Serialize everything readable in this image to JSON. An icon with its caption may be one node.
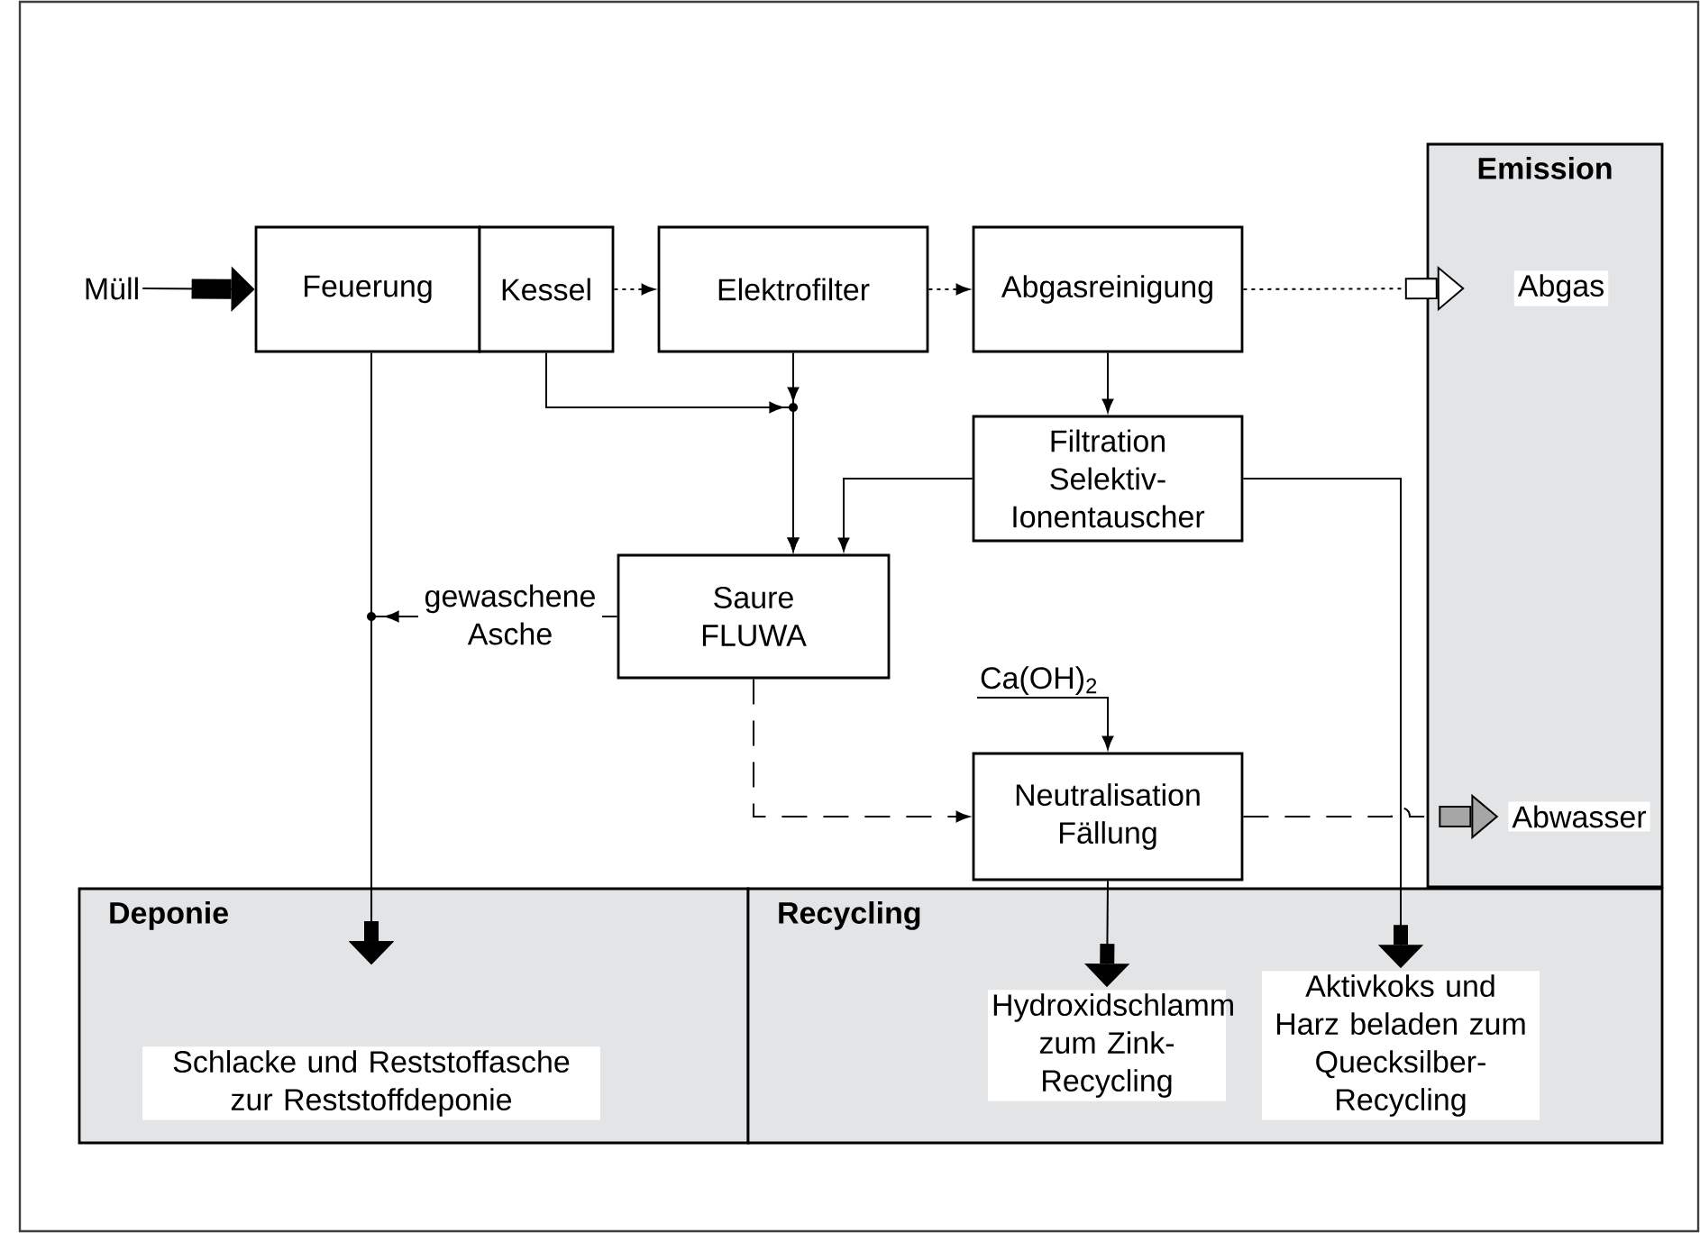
{
  "diagram": {
    "nodes": [
      {
        "text": [
          "Müll"
        ]
      },
      {
        "text": [
          "Feuerung"
        ]
      },
      {
        "text": [
          "Kessel"
        ]
      },
      {
        "text": [
          "Elektrofilter"
        ]
      },
      {
        "text": [
          "Abgasreinigung"
        ]
      },
      {
        "text": [
          "Filtration Selektiv-Ionentauscher"
        ]
      },
      {
        "text": [
          "Saure FLUWA"
        ]
      },
      {
        "text": [
          "Ca(OH)$_{2}$"
        ]
      },
      {
        "text": [
          "Neutralisation Fällung"
        ]
      },
      {
        "text": [
          "Emission"
        ]
      },
      {
        "text": [
          "Abgas"
        ],
        "in": 9
      },
      {
        "text": [
          "Abwasser"
        ],
        "in": 9
      },
      {
        "text": [
          "Deponie"
        ]
      },
      {
        "text": [
          "Recycling"
        ]
      },
      {
        "text": [
          "Schlacke und Reststoffasche zur Reststoffdeponie"
        ],
        "in": 12
      },
      {
        "text": [
          "Hydroxidschlamm zum Zink-Recycling"
        ],
        "in": 13
      },
      {
        "text": [
          "Aktivkoks und Harz beladen zum Quecksilber-Recycling"
        ],
        "in": 13
      }
    ],
    "edges": [
      {
        "from": 0,
        "to": 1,
        "arrow": "to"
      },
      {
        "from": 2,
        "to": 3,
        "arrow": "to",
        "style": "dashed"
      },
      {
        "from": 3,
        "to": 4,
        "arrow": "to",
        "style": "dashed"
      },
      {
        "from": 4,
        "to": 10,
        "arrow": "to",
        "style": "dashed"
      },
      {
        "from": 4,
        "to": 5,
        "arrow": "to"
      },
      {
        "from": 2,
        "to": 6,
        "arrow": "to"
      },
      {
        "from": 3,
        "to": 6,
        "arrow": "to"
      },
      {
        "from": 5,
        "to": 6,
        "arrow": "to"
      },
      {
        "from": 6,
        "to": 14,
        "arrow": "to",
        "label": "gewaschene Asche"
      },
      {
        "from": 1,
        "to": 14,
        "arrow": "to"
      },
      {
        "from": 6,
        "to": 8,
        "arrow": "to",
        "style": "dashed"
      },
      {
        "from": 7,
        "to": 8,
        "arrow": "to"
      },
      {
        "from": 8,
        "to": 11,
        "arrow": "to",
        "style": "dashed"
      },
      {
        "from": 8,
        "to": 15,
        "arrow": "to"
      },
      {
        "from": 5,
        "to": 16,
        "arrow": "to"
      }
    ]
  }
}
